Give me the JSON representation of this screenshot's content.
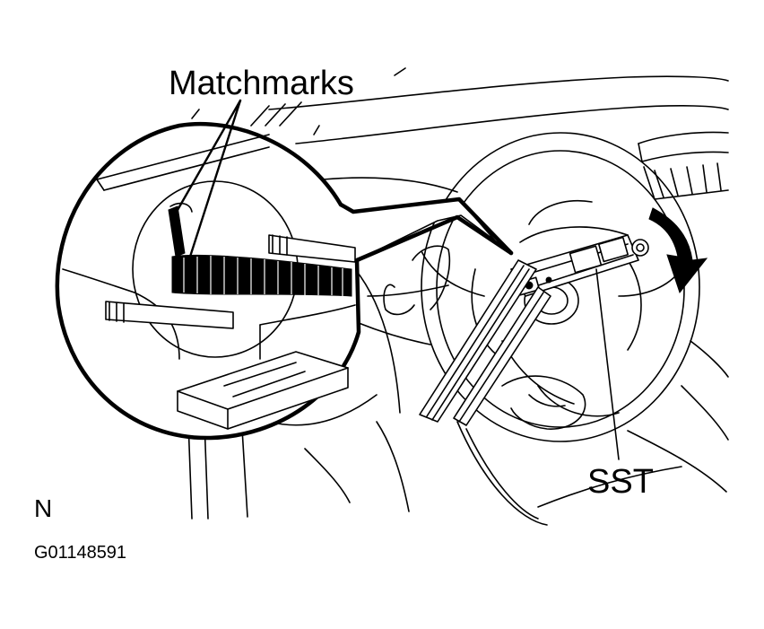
{
  "labels": {
    "matchmarks": "Matchmarks",
    "sst": "SST",
    "orientation": "N",
    "figure_id": "G01148591"
  },
  "colors": {
    "ink": "#000000",
    "paper": "#ffffff"
  }
}
